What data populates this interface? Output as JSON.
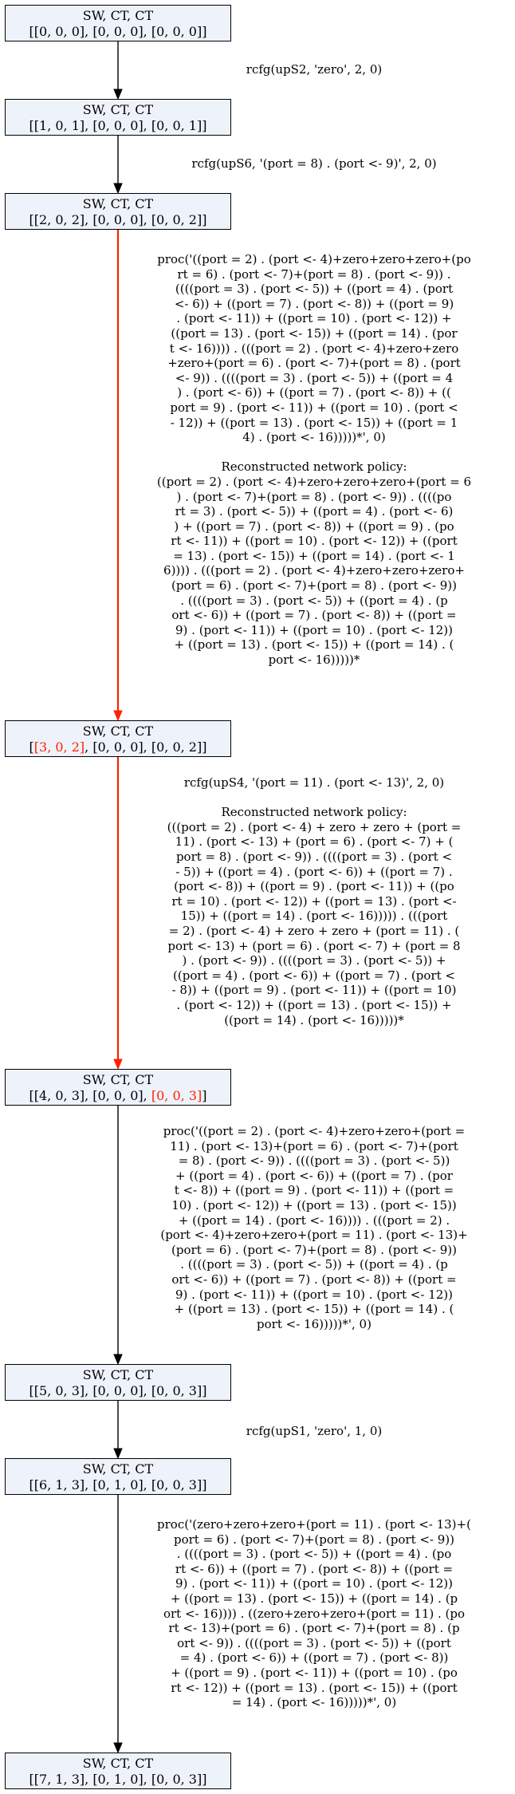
{
  "nodes": [
    {
      "header": "SW, CT, CT",
      "parts": [
        "[[0, 0, 0]",
        ", [0, 0, 0], [0, 0, 0]]"
      ]
    },
    {
      "header": "SW, CT, CT",
      "parts": [
        "[[1, 0, 1]",
        ", [0, 0, 0], [0, 0, 1]]"
      ]
    },
    {
      "header": "SW, CT, CT",
      "parts": [
        "[[2, 0, 2]",
        ", [0, 0, 0], [0, 0, 2]]"
      ]
    },
    {
      "header": "SW, CT, CT",
      "parts": [
        "[",
        "[3, 0, 2]",
        ", [0, 0, 0], [0, 0, 2]]"
      ]
    },
    {
      "header": "SW, CT, CT",
      "parts": [
        "[[4, 0, 3], [0, 0, 0], ",
        "[0, 0, 3]",
        "]"
      ]
    },
    {
      "header": "SW, CT, CT",
      "parts": [
        "[[5, 0, 3], [0, 0, 0], [0, 0, 3]]"
      ]
    },
    {
      "header": "SW, CT, CT",
      "parts": [
        "[[6, 1, 3], [0, 1, 0], [0, 0, 3]]"
      ]
    },
    {
      "header": "SW, CT, CT",
      "parts": [
        "[[7, 1, 3], [0, 1, 0], [0, 0, 3]]"
      ]
    }
  ],
  "edges": [
    {
      "label": "rcfg(upS2, 'zero', 2, 0)",
      "color": "#000000"
    },
    {
      "label": "rcfg(upS6, '(port = 8) . (port <- 9)', 2, 0)",
      "color": "#000000"
    },
    {
      "label": "proc('((port = 2) . (port <- 4)+zero+zero+zero+(po\nrt = 6) . (port <- 7)+(port = 8) . (port <- 9)) .\n((((port = 3) . (port <- 5)) + ((port = 4) . (port\n<- 6)) + ((port = 7) . (port <- 8)) + ((port = 9)\n. (port <- 11)) + ((port = 10) . (port <- 12)) +\n((port = 13) . (port <- 15)) + ((port = 14) . (por\nt <- 16)))) . (((port = 2) . (port <- 4)+zero+zero\n+zero+(port = 6) . (port <- 7)+(port = 8) . (port\n<- 9)) . ((((port = 3) . (port <- 5)) + ((port = 4\n) . (port <- 6)) + ((port = 7) . (port <- 8)) + ((\nport = 9) . (port <- 11)) + ((port = 10) . (port <\n- 12)) + ((port = 13) . (port <- 15)) + ((port = 1\n4) . (port <- 16)))))*', 0)\n\nReconstructed network policy:\n((port = 2) . (port <- 4)+zero+zero+zero+(port = 6\n) . (port <- 7)+(port = 8) . (port <- 9)) . ((((po\nrt = 3) . (port <- 5)) + ((port = 4) . (port <- 6)\n) + ((port = 7) . (port <- 8)) + ((port = 9) . (po\nrt <- 11)) + ((port = 10) . (port <- 12)) + ((port\n= 13) . (port <- 15)) + ((port = 14) . (port <- 1\n6)))) . (((port = 2) . (port <- 4)+zero+zero+zero+\n(port = 6) . (port <- 7)+(port = 8) . (port <- 9))\n. ((((port = 3) . (port <- 5)) + ((port = 4) . (p\nort <- 6)) + ((port = 7) . (port <- 8)) + ((port =\n9) . (port <- 11)) + ((port = 10) . (port <- 12))\n+ ((port = 13) . (port <- 15)) + ((port = 14) . (\nport <- 16)))))*",
      "color": "#ff2200"
    },
    {
      "label": "rcfg(upS4, '(port = 11) . (port <- 13)', 2, 0)\n\nReconstructed network policy:\n(((port = 2) . (port <- 4) + zero + zero + (port =\n11) . (port <- 13) + (port = 6) . (port <- 7) + (\nport = 8) . (port <- 9)) . ((((port = 3) . (port <\n- 5)) + ((port = 4) . (port <- 6)) + ((port = 7) .\n(port <- 8)) + ((port = 9) . (port <- 11)) + ((po\nrt = 10) . (port <- 12)) + ((port = 13) . (port <-\n15)) + ((port = 14) . (port <- 16))))) . (((port\n= 2) . (port <- 4) + zero + zero + (port = 11) . (\nport <- 13) + (port = 6) . (port <- 7) + (port = 8\n) . (port <- 9)) . ((((port = 3) . (port <- 5)) +\n((port = 4) . (port <- 6)) + ((port = 7) . (port <\n- 8)) + ((port = 9) . (port <- 11)) + ((port = 10)\n. (port <- 12)) + ((port = 13) . (port <- 15)) +\n((port = 14) . (port <- 16)))))*",
      "color": "#ff2200"
    },
    {
      "label": "proc('((port = 2) . (port <- 4)+zero+zero+(port =\n11) . (port <- 13)+(port = 6) . (port <- 7)+(port\n= 8) . (port <- 9)) . ((((port = 3) . (port <- 5))\n+ ((port = 4) . (port <- 6)) + ((port = 7) . (por\nt <- 8)) + ((port = 9) . (port <- 11)) + ((port =\n10) . (port <- 12)) + ((port = 13) . (port <- 15))\n+ ((port = 14) . (port <- 16)))) . (((port = 2) .\n(port <- 4)+zero+zero+(port = 11) . (port <- 13)+\n(port = 6) . (port <- 7)+(port = 8) . (port <- 9))\n. ((((port = 3) . (port <- 5)) + ((port = 4) . (p\nort <- 6)) + ((port = 7) . (port <- 8)) + ((port =\n9) . (port <- 11)) + ((port = 10) . (port <- 12))\n+ ((port = 13) . (port <- 15)) + ((port = 14) . (\nport <- 16)))))*', 0)",
      "color": "#000000"
    },
    {
      "label": "rcfg(upS1, 'zero', 1, 0)",
      "color": "#000000"
    },
    {
      "label": "proc('(zero+zero+zero+(port = 11) . (port <- 13)+(\nport = 6) . (port <- 7)+(port = 8) . (port <- 9))\n. ((((port = 3) . (port <- 5)) + ((port = 4) . (po\nrt <- 6)) + ((port = 7) . (port <- 8)) + ((port =\n9) . (port <- 11)) + ((port = 10) . (port <- 12))\n+ ((port = 13) . (port <- 15)) + ((port = 14) . (p\nort <- 16)))) . ((zero+zero+zero+(port = 11) . (po\nrt <- 13)+(port = 6) . (port <- 7)+(port = 8) . (p\nort <- 9)) . ((((port = 3) . (port <- 5)) + ((port\n= 4) . (port <- 6)) + ((port = 7) . (port <- 8))\n+ ((port = 9) . (port <- 11)) + ((port = 10) . (po\nrt <- 12)) + ((port = 13) . (port <- 15)) + ((port\n= 14) . (port <- 16)))))*', 0)",
      "color": "#000000"
    }
  ],
  "highlight_color": "#ff2200"
}
